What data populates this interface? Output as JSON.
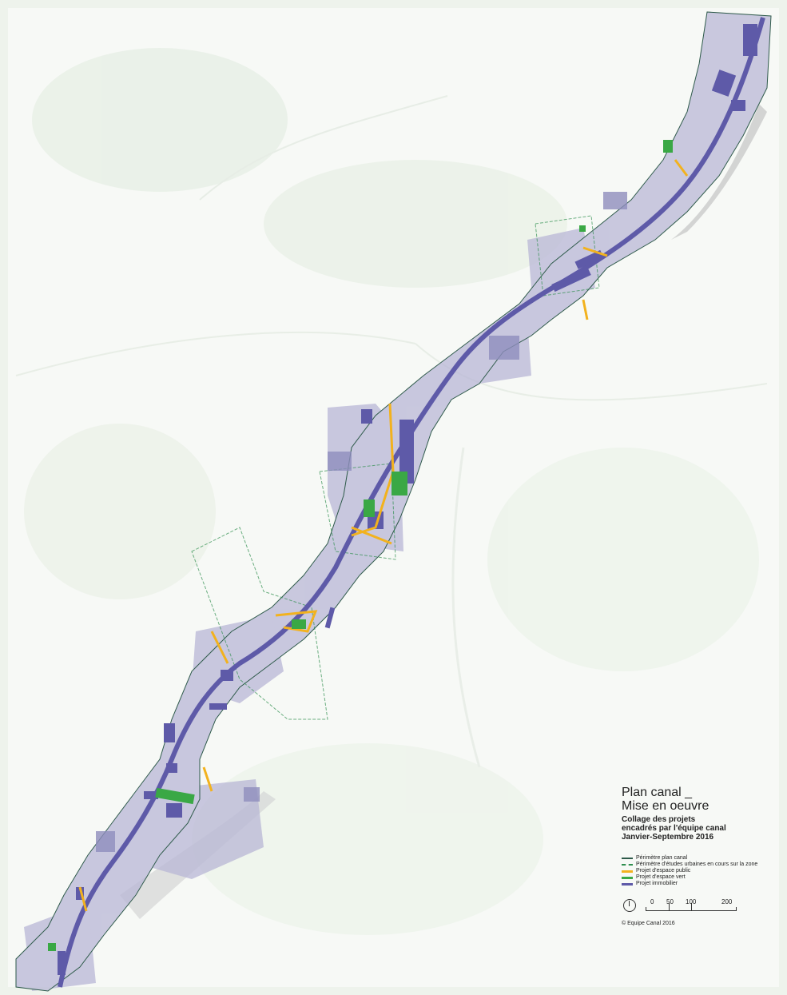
{
  "colors": {
    "background": "#eef3ec",
    "urban_fabric": "#b9b7d6",
    "perimetre_plan_canal": "#2e5a4a",
    "perimetre_etudes": "#2f8f4f",
    "espace_public": "#f2b21e",
    "espace_vert": "#3aa845",
    "immobilier": "#5e5aa8",
    "relief_shadow": "#c9cbcb"
  },
  "legend": {
    "title_line1": "Plan canal _",
    "title_line2": "Mise en oeuvre",
    "subtitle_line1": "Collage des projets",
    "subtitle_line2": "encadrés par l'équipe canal",
    "subtitle_line3": "Janvier-Septembre 2016",
    "items": [
      {
        "label": "Périmètre plan canal",
        "color": "#2e5a4a",
        "style": "line"
      },
      {
        "label": "Périmètre d'études urbaines en cours sur la zone",
        "color": "#2f8f4f",
        "style": "dashed"
      },
      {
        "label": "Projet d'espace public",
        "color": "#f2b21e",
        "style": "line"
      },
      {
        "label": "Projet d'espace vert",
        "color": "#3aa845",
        "style": "line"
      },
      {
        "label": "Projet immobilier",
        "color": "#5e5aa8",
        "style": "line"
      }
    ],
    "scale_ticks": [
      "0",
      "50",
      "100",
      "200"
    ],
    "copyright": "© Equipe Canal 2016"
  }
}
